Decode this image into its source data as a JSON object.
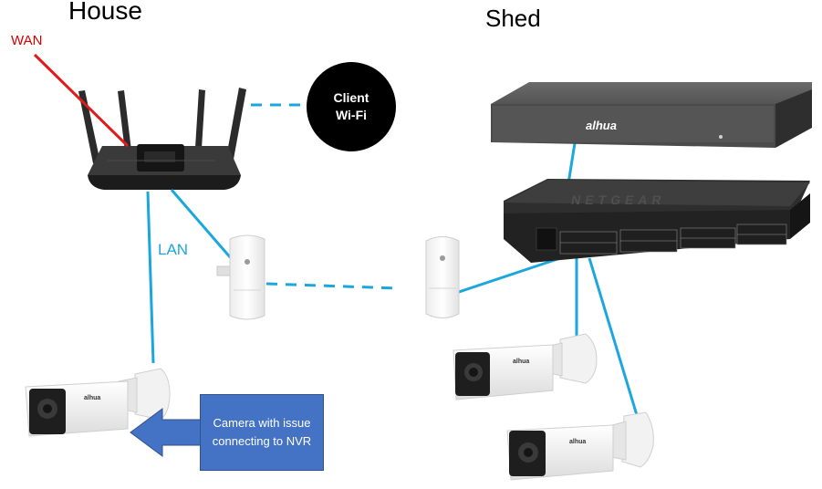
{
  "labels": {
    "house": "House",
    "shed": "Shed",
    "wan": "WAN",
    "lan": "LAN"
  },
  "client_wifi": {
    "line1": "Client",
    "line2": "Wi-Fi"
  },
  "nvr": {
    "brand": "alhua"
  },
  "switch": {
    "brand": "NETGEAR"
  },
  "cameras": {
    "brand": "alhua"
  },
  "callout": {
    "line1": "Camera with issue",
    "line2": "connecting to NVR"
  },
  "colors": {
    "lan_line": "#1ba7dd",
    "wan_line": "#e01b1b",
    "callout_fill": "#4472c4",
    "client_circle": "#000000"
  }
}
